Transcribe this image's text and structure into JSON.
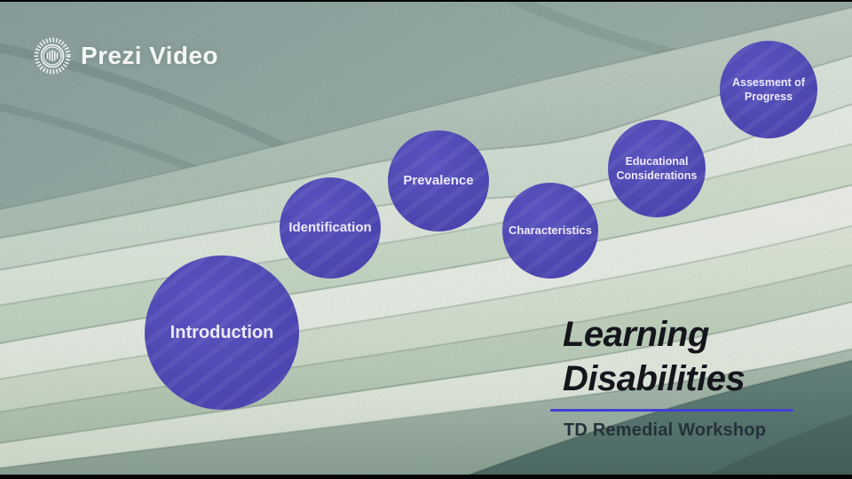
{
  "brand": {
    "name": "Prezi Video",
    "icon": "prezi-burst-icon"
  },
  "slide": {
    "title_line1": "Learning",
    "title_line2": "Disabilities",
    "subtitle": "TD Remedial Workshop",
    "topics": [
      {
        "label": "Introduction"
      },
      {
        "label": "Identification"
      },
      {
        "label": "Prevalence"
      },
      {
        "label": "Characteristics"
      },
      {
        "label": "Educational Considerations"
      },
      {
        "label": "Assesment of Progress"
      }
    ]
  },
  "colors": {
    "topic_circle": "#4e49b2",
    "title_text": "#15151c",
    "subtitle_text": "#24313a",
    "underline": "#443fd6",
    "logo_text": "#f4f7f5",
    "background_dark_teal": "#577470",
    "background_light_mint": "#f3f9f0"
  }
}
